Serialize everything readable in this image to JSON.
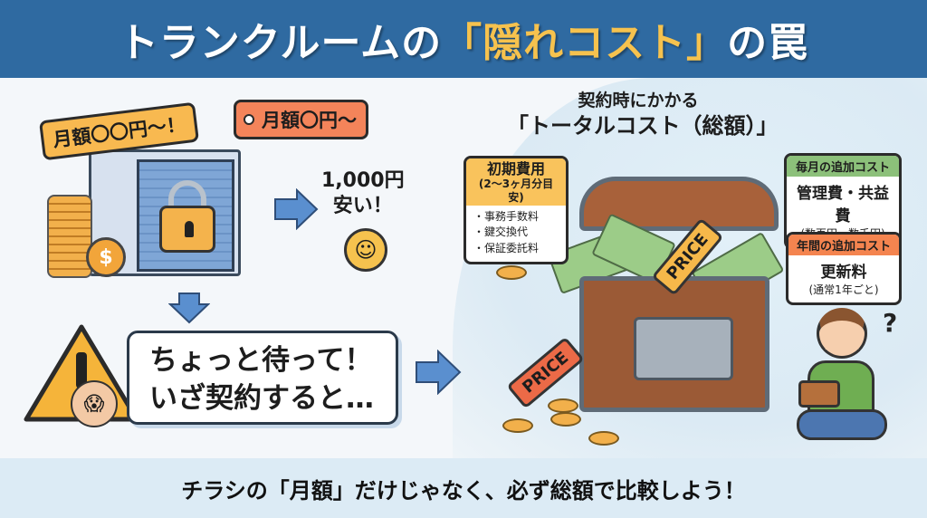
{
  "header": {
    "title_pre": "トランクルームの",
    "title_highlight": "「隠れコスト」",
    "title_post": "の罠",
    "colors": {
      "background": "#2f6aa1",
      "highlight": "#f6c24e"
    }
  },
  "left_panel": {
    "ad_tag_yellow": "月額〇〇円〜！",
    "ad_tag_orange": "月額〇円〜",
    "coin_symbol": "$",
    "reaction_line1": "1,000円",
    "reaction_line2": "安い！",
    "smiley_icon": "☺",
    "warning_line1": "ちょっと待って！",
    "warning_line2": "いざ契約すると…",
    "warning_icon": "!"
  },
  "right_panel": {
    "title_line1": "契約時にかかる",
    "title_line2": "「トータルコスト（総額）」",
    "initial_cost": {
      "heading": "初期費用",
      "subheading": "(2〜3ヶ月分目安)",
      "items": [
        "・事務手数料",
        "・鍵交換代",
        "・保証委託料"
      ]
    },
    "monthly_cost": {
      "heading": "毎月の追加コスト",
      "main": "管理費・共益費",
      "note": "(数百円〜数千円)"
    },
    "yearly_cost": {
      "heading": "年間の追加コスト",
      "main": "更新料",
      "note": "(通常1年ごと)"
    },
    "price_tag_1": "PRICE",
    "price_tag_2": "PRICE",
    "question_mark": "?"
  },
  "footer": {
    "message": "チラシの「月額」だけじゃなく、必ず総額で比較しよう！"
  }
}
